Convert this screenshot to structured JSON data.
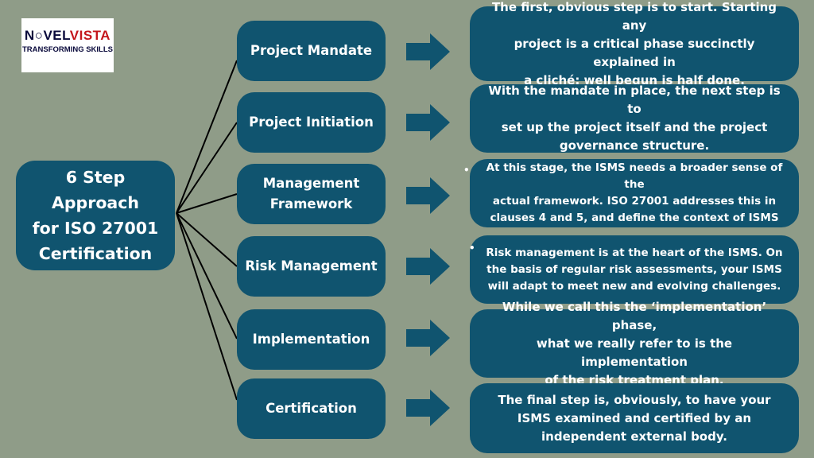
{
  "logo": {
    "name_part1": "N○VEL",
    "name_part2": "VISTA",
    "tagline": "TRANSFORMING SKILLS"
  },
  "colors": {
    "background": "#8f9c88",
    "box_fill": "#10546f",
    "text": "#ffffff",
    "logo_red": "#c4161c",
    "logo_navy": "#0a0a3c"
  },
  "center": {
    "title": "6 Step Approach\nfor ISO 27001\nCertification"
  },
  "steps": [
    {
      "label": "Project Mandate",
      "description": "The first, obvious step is to start. Starting any\nproject is a critical phase succinctly explained in\na cliché: well begun is half done."
    },
    {
      "label": "Project Initiation",
      "description": "With the mandate in place, the next step is to\nset up the project itself and the project\ngovernance structure."
    },
    {
      "label": "Management\nFramework",
      "description": "At this stage, the ISMS needs a broader sense of the\nactual framework. ISO 27001 addresses this in\nclauses 4 and 5, and define the context of ISMS"
    },
    {
      "label": "Risk Management",
      "description": "Risk management is at the heart of the ISMS. On\nthe basis of regular risk assessments, your ISMS\nwill adapt to meet new and evolving challenges."
    },
    {
      "label": "Implementation",
      "description": "While we call this the ‘implementation’ phase,\nwhat we really refer to is the implementation\nof the risk treatment plan."
    },
    {
      "label": "Certification",
      "description": "The final step is, obviously, to have your\nISMS examined and certified by an\nindependent external body."
    }
  ],
  "bullet_glyph": "•"
}
